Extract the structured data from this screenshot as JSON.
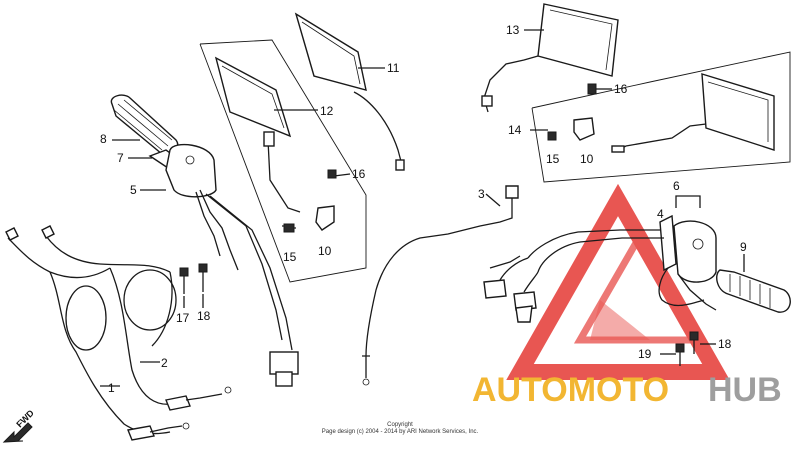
{
  "diagram": {
    "callouts": {
      "c1": "1",
      "c2": "2",
      "c3": "3",
      "c4": "4",
      "c5": "5",
      "c6": "6",
      "c7": "7",
      "c8": "8",
      "c9": "9",
      "c10a": "10",
      "c10b": "10",
      "c11": "11",
      "c12": "12",
      "c13": "13",
      "c14": "14",
      "c15a": "15",
      "c15b": "15",
      "c16a": "16",
      "c16b": "16",
      "c17": "17",
      "c18a": "18",
      "c18b": "18",
      "c19": "19"
    },
    "fwd_label": "FWD",
    "copyright_line1": "Copyright",
    "copyright_line2": "Page design (c) 2004 - 2014 by ARI Network Services, Inc."
  },
  "watermark": {
    "part1": "AUTOMOTO",
    "part2": "HUB",
    "color_primary": "#e53935",
    "color_secondary": "#f2b632",
    "color_tertiary": "#9e9e9e"
  }
}
